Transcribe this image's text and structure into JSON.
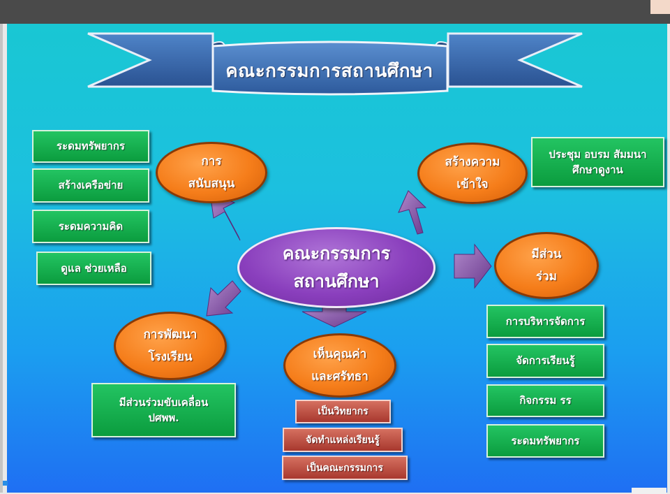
{
  "title": "คณะกรรมการสถานศึกษา",
  "center": "คณะกรรมการ\nสถานศึกษา",
  "hubs": {
    "support": "การ\nสนับสนุน",
    "understanding": "สร้างความ\nเข้าใจ",
    "participation": "มีส่วน\nร่วม",
    "school_dev": "การพัฒนา\nโรงเรียน",
    "value": "เห็นคุณค่า\nและศรัทธา"
  },
  "support_items": [
    "ระดมทรัพยากร",
    "สร้างเครือข่าย",
    "ระดมความคิด",
    "ดูแล ช่วยเหลือ"
  ],
  "understanding_items": [
    "ประชุม อบรม สัมมนา\nศึกษาดูงาน"
  ],
  "participation_items": [
    "การบริหารจัดการ",
    "จัดการเรียนรู้",
    "กิจกรรม รร",
    "ระดมทรัพยากร"
  ],
  "school_dev_items": [
    "มีส่วนร่วมขับเคลื่อน\nปศพพ."
  ],
  "value_items": [
    "เป็นวิทยากร",
    "จัดทำแหล่งเรียนรู้",
    "เป็นคณะกรรมการ"
  ],
  "colors": {
    "banner": "#3f6fb0",
    "green_box": "#17b050",
    "red_box": "#c0463a",
    "orange_hub": "#f57d1a",
    "center_hub": "#8a3fbd",
    "arrow": "#7d4a9e"
  }
}
